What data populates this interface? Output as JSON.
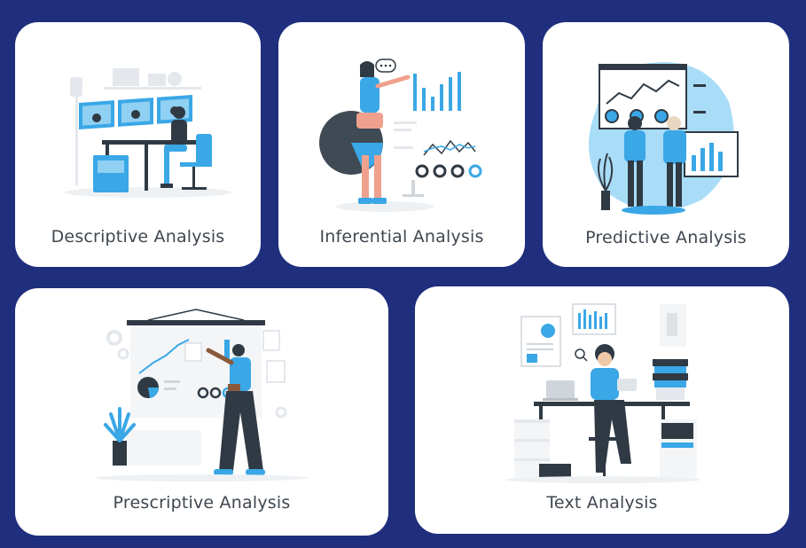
{
  "cards": [
    {
      "label": "Descriptive Analysis",
      "illustration": "person-at-desk-with-monitors"
    },
    {
      "label": "Inferential Analysis",
      "illustration": "person-presenting-pie-and-bar-charts"
    },
    {
      "label": "Predictive Analysis",
      "illustration": "two-people-viewing-dashboard"
    },
    {
      "label": "Prescriptive Analysis",
      "illustration": "presenter-at-whiteboard"
    },
    {
      "label": "Text Analysis",
      "illustration": "person-at-desk-with-laptop-and-documents"
    }
  ],
  "colors": {
    "background": "#1f2f7d",
    "card": "#ffffff",
    "accent": "#3aa7e6",
    "dark": "#2f3a44",
    "text": "#3f4750"
  }
}
